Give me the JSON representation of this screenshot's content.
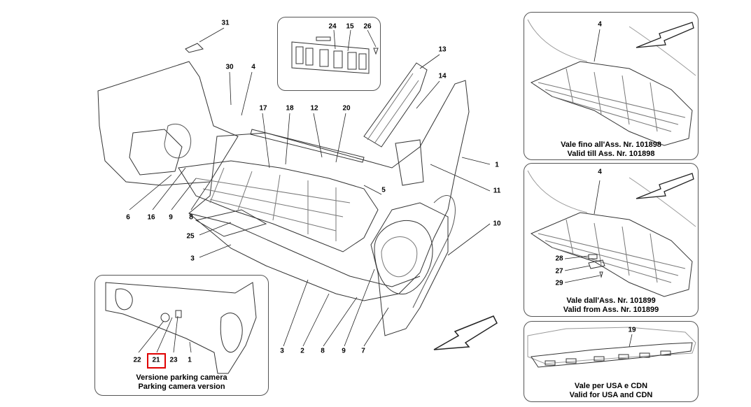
{
  "diagram": {
    "main_callouts": [
      {
        "id": "31",
        "key": "c31"
      },
      {
        "id": "30",
        "key": "c30"
      },
      {
        "id": "4",
        "key": "c4"
      },
      {
        "id": "17",
        "key": "c17"
      },
      {
        "id": "18",
        "key": "c18"
      },
      {
        "id": "12",
        "key": "c12"
      },
      {
        "id": "20",
        "key": "c20"
      },
      {
        "id": "13",
        "key": "c13"
      },
      {
        "id": "14",
        "key": "c14"
      },
      {
        "id": "1",
        "key": "c1"
      },
      {
        "id": "11",
        "key": "c11"
      },
      {
        "id": "5",
        "key": "c5"
      },
      {
        "id": "10",
        "key": "c10"
      },
      {
        "id": "6",
        "key": "c6"
      },
      {
        "id": "16",
        "key": "c16"
      },
      {
        "id": "9",
        "key": "c9a"
      },
      {
        "id": "8",
        "key": "c8a"
      },
      {
        "id": "25",
        "key": "c25"
      },
      {
        "id": "3",
        "key": "c3a"
      },
      {
        "id": "3",
        "key": "c3b"
      },
      {
        "id": "2",
        "key": "c2"
      },
      {
        "id": "8",
        "key": "c8b"
      },
      {
        "id": "9",
        "key": "c9b"
      },
      {
        "id": "7",
        "key": "c7"
      }
    ],
    "inset_top": {
      "callouts": [
        {
          "id": "24"
        },
        {
          "id": "15"
        },
        {
          "id": "26"
        }
      ]
    },
    "inset_camera": {
      "callouts": [
        {
          "id": "22"
        },
        {
          "id": "21",
          "highlighted": true
        },
        {
          "id": "23"
        },
        {
          "id": "1"
        }
      ],
      "caption_line1": "Versione parking camera",
      "caption_line2": "Parking camera version"
    },
    "inset_till": {
      "callouts": [
        {
          "id": "4"
        }
      ],
      "caption_line1": "Vale fino all'Ass. Nr. 101898",
      "caption_line2": "Valid till Ass. Nr. 101898"
    },
    "inset_from": {
      "callouts": [
        {
          "id": "4"
        },
        {
          "id": "28"
        },
        {
          "id": "27"
        },
        {
          "id": "29"
        }
      ],
      "caption_line1": "Vale dall'Ass. Nr. 101899",
      "caption_line2": "Valid from Ass. Nr. 101899"
    },
    "inset_usa": {
      "callouts": [
        {
          "id": "19"
        }
      ],
      "caption_line1": "Vale per USA e CDN",
      "caption_line2": "Valid for USA and CDN"
    },
    "highlight_color": "#e00000"
  }
}
